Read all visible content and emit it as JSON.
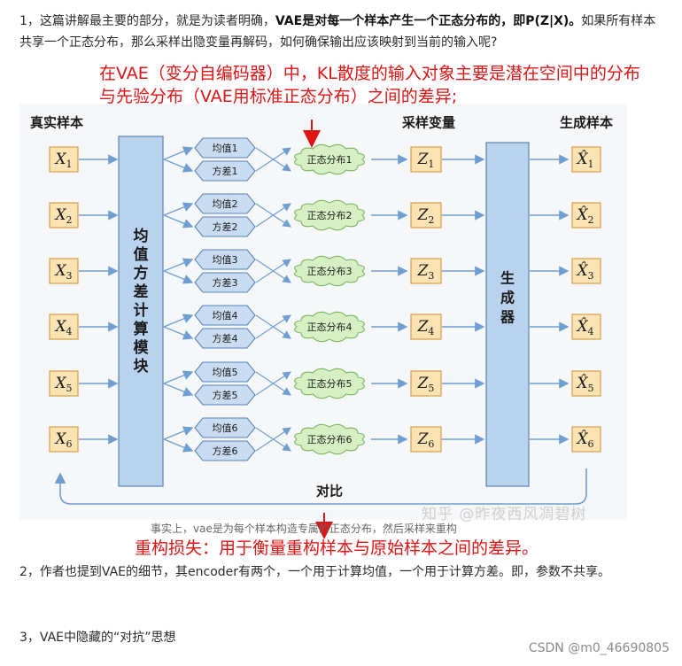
{
  "para1": {
    "prefix": "1，这篇讲解最主要的部分，就是为读者明确，",
    "bold": "VAE是对每一个样本产生一个正态分布的，即P(Z|X)。",
    "suffix": "如果所有样本共享一个正态分布，那么采样出隐变量再解码，如何确保输出应该映射到当前的输入呢?"
  },
  "annotation_top_line1": "在VAE（变分自编码器）中，KL散度的输入对象主要是潜在空间中的分布",
  "annotation_top_line2": "与先验分布（VAE用标准正态分布）之间的差异;",
  "annotation_bottom": "重构损失：用于衡量重构样本与原始样本之间的差异。",
  "figure": {
    "header_real": "真实样本",
    "header_sample": "采样变量",
    "header_gen": "生成样本",
    "module_left": [
      "均",
      "值",
      "方",
      "差",
      "计",
      "算",
      "模",
      "块"
    ],
    "module_right": [
      "生",
      "成",
      "器"
    ],
    "contrast_label": "对比",
    "rows": [
      {
        "x": "X",
        "sub": "1",
        "mean": "均值1",
        "var": "方差1",
        "dist": "正态分布1",
        "z": "Z",
        "zsub": "1",
        "xh": "X̂",
        "xhsub": "1"
      },
      {
        "x": "X",
        "sub": "2",
        "mean": "均值2",
        "var": "方差2",
        "dist": "正态分布2",
        "z": "Z",
        "zsub": "2",
        "xh": "X̂",
        "xhsub": "2"
      },
      {
        "x": "X",
        "sub": "3",
        "mean": "均值3",
        "var": "方差3",
        "dist": "正态分布3",
        "z": "Z",
        "zsub": "3",
        "xh": "X̂",
        "xhsub": "3"
      },
      {
        "x": "X",
        "sub": "4",
        "mean": "均值4",
        "var": "方差4",
        "dist": "正态分布4",
        "z": "Z",
        "zsub": "4",
        "xh": "X̂",
        "xhsub": "4"
      },
      {
        "x": "X",
        "sub": "5",
        "mean": "均值5",
        "var": "方差5",
        "dist": "正态分布5",
        "z": "Z",
        "zsub": "5",
        "xh": "X̂",
        "xhsub": "5"
      },
      {
        "x": "X",
        "sub": "6",
        "mean": "均值6",
        "var": "方差6",
        "dist": "正态分布6",
        "z": "Z",
        "zsub": "6",
        "xh": "X̂",
        "xhsub": "6"
      }
    ]
  },
  "watermark": "知乎 @昨夜西风凋碧树",
  "caption": "事实上，vae是为每个样本构造专属的正态分布，然后采样来重构",
  "para2": "2，作者也提到VAE的细节，其encoder有两个，一个用于计算均值，一个用于计算方差。即，参数不共享。",
  "para3": "3，VAE中隐藏的“对抗”思想",
  "csdn_mark": "CSDN @m0_46690805",
  "colors": {
    "red_annotation": "#e01414",
    "sample_box_fill": "#fbe3b4",
    "sample_box_stroke": "#d4a14a",
    "module_fill": "#b9d3ef",
    "module_stroke": "#5b84b1",
    "hex_fill": "#c9dcf2",
    "cloud_fill": "#d6f0c4",
    "cloud_stroke": "#7cb563",
    "arrow": "#6f9ed0"
  }
}
